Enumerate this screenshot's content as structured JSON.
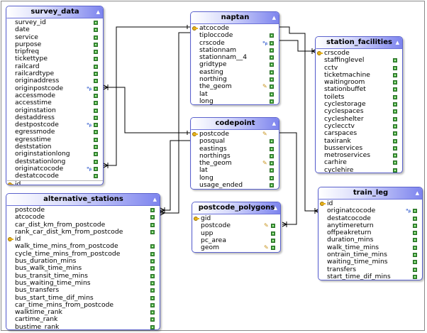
{
  "diagram": {
    "tables": [
      {
        "name": "survey_data",
        "rows": [
          {
            "label": "survey_id",
            "flag": "",
            "check": true
          },
          {
            "label": "date",
            "flag": "",
            "check": true
          },
          {
            "label": "service",
            "flag": "",
            "check": true
          },
          {
            "label": "purpose",
            "flag": "",
            "check": true
          },
          {
            "label": "tripfreq",
            "flag": "",
            "check": true
          },
          {
            "label": "tickettype",
            "flag": "",
            "check": true
          },
          {
            "label": "railcard",
            "flag": "",
            "check": true
          },
          {
            "label": "railcardtype",
            "flag": "",
            "check": true
          },
          {
            "label": "originaddress",
            "flag": "",
            "check": true
          },
          {
            "label": "originpostcode",
            "flag": "ft",
            "check": true
          },
          {
            "label": "accessmode",
            "flag": "",
            "check": true
          },
          {
            "label": "accesstime",
            "flag": "",
            "check": true
          },
          {
            "label": "originstation",
            "flag": "",
            "check": true
          },
          {
            "label": "destaddress",
            "flag": "",
            "check": true
          },
          {
            "label": "destpostcode",
            "flag": "ft",
            "check": true
          },
          {
            "label": "egressmode",
            "flag": "",
            "check": true
          },
          {
            "label": "egresstime",
            "flag": "",
            "check": true
          },
          {
            "label": "deststation",
            "flag": "",
            "check": true
          },
          {
            "label": "originstationlong",
            "flag": "",
            "check": true
          },
          {
            "label": "deststationlong",
            "flag": "",
            "check": true
          },
          {
            "label": "originatcocode",
            "flag": "ft",
            "check": true
          },
          {
            "label": "destatcocode",
            "flag": "",
            "check": true
          },
          {
            "label": "id",
            "flag": "",
            "check": false,
            "key": true,
            "separated": true
          }
        ]
      },
      {
        "name": "naptan",
        "rows": [
          {
            "label": "atcocode",
            "flag": "",
            "check": false,
            "key": true
          },
          {
            "label": "tiploccode",
            "flag": "",
            "check": true
          },
          {
            "label": "crscode",
            "flag": "ft",
            "check": true
          },
          {
            "label": "stationnam",
            "flag": "",
            "check": true
          },
          {
            "label": "stationnam__4",
            "flag": "",
            "check": true
          },
          {
            "label": "gridtype",
            "flag": "",
            "check": true
          },
          {
            "label": "easting",
            "flag": "",
            "check": true
          },
          {
            "label": "northing",
            "flag": "",
            "check": true
          },
          {
            "label": "the_geom",
            "flag": "fk",
            "check": true
          },
          {
            "label": "lat",
            "flag": "",
            "check": true
          },
          {
            "label": "long",
            "flag": "",
            "check": true
          }
        ]
      },
      {
        "name": "station_facilities",
        "rows": [
          {
            "label": "crscode",
            "flag": "",
            "check": false,
            "key": true
          },
          {
            "label": "staffinglevel",
            "flag": "",
            "check": true
          },
          {
            "label": "cctv",
            "flag": "",
            "check": true
          },
          {
            "label": "ticketmachine",
            "flag": "",
            "check": true
          },
          {
            "label": "waitingroom",
            "flag": "",
            "check": true
          },
          {
            "label": "stationbuffet",
            "flag": "",
            "check": true
          },
          {
            "label": "toilets",
            "flag": "",
            "check": true
          },
          {
            "label": "cyclestorage",
            "flag": "",
            "check": true
          },
          {
            "label": "cyclespaces",
            "flag": "",
            "check": true
          },
          {
            "label": "cycleshelter",
            "flag": "",
            "check": true
          },
          {
            "label": "cyclecctv",
            "flag": "",
            "check": true
          },
          {
            "label": "carspaces",
            "flag": "",
            "check": true
          },
          {
            "label": "taxirank",
            "flag": "",
            "check": true
          },
          {
            "label": "busservices",
            "flag": "",
            "check": true
          },
          {
            "label": "metroservices",
            "flag": "",
            "check": true
          },
          {
            "label": "carhire",
            "flag": "",
            "check": true
          },
          {
            "label": "cyclehire",
            "flag": "",
            "check": true
          }
        ]
      },
      {
        "name": "codepoint",
        "rows": [
          {
            "label": "postcode",
            "flag": "fk",
            "check": false,
            "key": true
          },
          {
            "label": "posqual",
            "flag": "",
            "check": true
          },
          {
            "label": "eastings",
            "flag": "",
            "check": true
          },
          {
            "label": "northings",
            "flag": "",
            "check": true
          },
          {
            "label": "the_geom",
            "flag": "fk",
            "check": true
          },
          {
            "label": "lat",
            "flag": "",
            "check": true
          },
          {
            "label": "long",
            "flag": "",
            "check": true
          },
          {
            "label": "usage_ended",
            "flag": "",
            "check": true
          }
        ]
      },
      {
        "name": "postcode_polygons",
        "rows": [
          {
            "label": "gid",
            "flag": "",
            "check": false,
            "key": true
          },
          {
            "label": "postcode",
            "flag": "fk",
            "check": true
          },
          {
            "label": "upp",
            "flag": "",
            "check": true
          },
          {
            "label": "pc_area",
            "flag": "",
            "check": true
          },
          {
            "label": "geom",
            "flag": "fk",
            "check": true
          }
        ]
      },
      {
        "name": "alternative_stations",
        "rows": [
          {
            "label": "postcode",
            "flag": "",
            "check": true
          },
          {
            "label": "atcocode",
            "flag": "",
            "check": true
          },
          {
            "label": "car_dist_km_from_postcode",
            "flag": "",
            "check": true
          },
          {
            "label": "rank_car_dist_km_from_postcode",
            "flag": "",
            "check": true
          },
          {
            "label": "id",
            "flag": "",
            "check": false,
            "key": true
          },
          {
            "label": "walk_time_mins_from_postcode",
            "flag": "",
            "check": true
          },
          {
            "label": "cycle_time_mins_from_postcode",
            "flag": "",
            "check": true
          },
          {
            "label": "bus_duration_mins",
            "flag": "",
            "check": true
          },
          {
            "label": "bus_walk_time_mins",
            "flag": "",
            "check": true
          },
          {
            "label": "bus_transit_time_mins",
            "flag": "",
            "check": true
          },
          {
            "label": "bus_waiting_time_mins",
            "flag": "",
            "check": true
          },
          {
            "label": "bus_transfers",
            "flag": "",
            "check": true
          },
          {
            "label": "bus_start_time_dif_mins",
            "flag": "",
            "check": true
          },
          {
            "label": "car_time_mins_from_postcode",
            "flag": "",
            "check": true
          },
          {
            "label": "walktime_rank",
            "flag": "",
            "check": true
          },
          {
            "label": "cartime_rank",
            "flag": "",
            "check": true
          },
          {
            "label": "bustime_rank",
            "flag": "",
            "check": true
          }
        ]
      },
      {
        "name": "train_leg",
        "rows": [
          {
            "label": "id",
            "flag": "",
            "check": false,
            "key": true
          },
          {
            "label": "originatcocode",
            "flag": "ft",
            "check": true
          },
          {
            "label": "destatcocode",
            "flag": "",
            "check": true
          },
          {
            "label": "anytimereturn",
            "flag": "",
            "check": true
          },
          {
            "label": "offpeakreturn",
            "flag": "",
            "check": true
          },
          {
            "label": "duration_mins",
            "flag": "",
            "check": true
          },
          {
            "label": "walk_time_mins",
            "flag": "",
            "check": true
          },
          {
            "label": "ontrain_time_mins",
            "flag": "",
            "check": true
          },
          {
            "label": "waiting_time_mins",
            "flag": "",
            "check": true
          },
          {
            "label": "transfers",
            "flag": "",
            "check": true
          },
          {
            "label": "start_time_dif_mins",
            "flag": "",
            "check": true
          }
        ]
      }
    ],
    "colors": {
      "border": "#5b62cc",
      "header_end": "#7d84ee",
      "check": "#3f9d3a",
      "key": "#e8b21a",
      "link": "#000000"
    },
    "icons": {
      "primary_key": "key-icon",
      "column": "column-check-icon",
      "ft": "fulltext-icon",
      "fk": "spatial-icon",
      "collapse": "chevron-up-icon"
    }
  }
}
